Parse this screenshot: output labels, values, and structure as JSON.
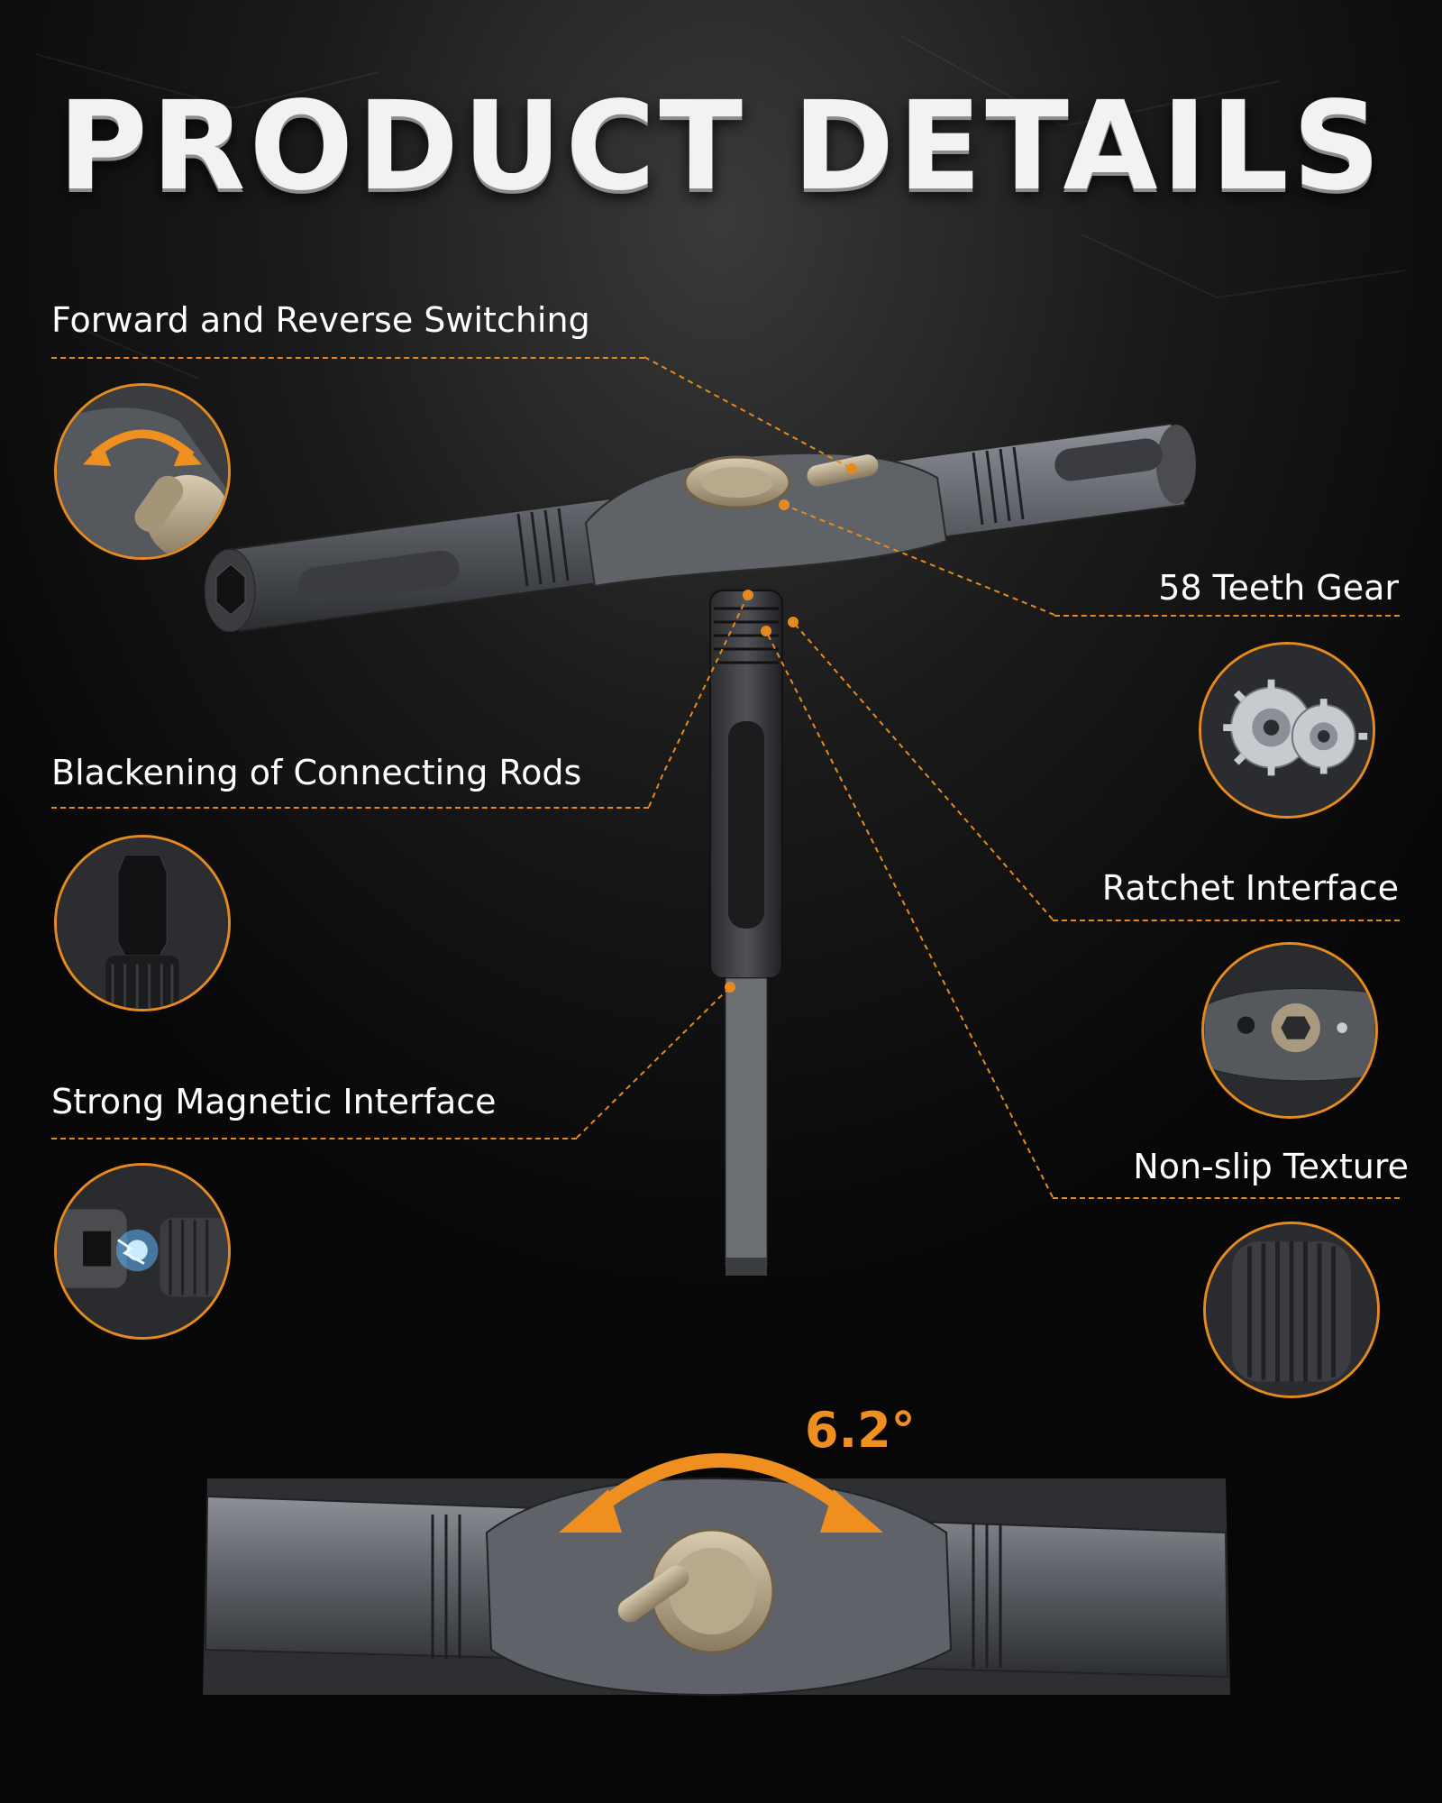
{
  "page": {
    "title": "PRODUCT DETAILS",
    "accent_color": "#e58a1f"
  },
  "features": [
    {
      "id": "forward-reverse",
      "label": "Forward and Reverse Switching",
      "side": "left",
      "icon": "switch-lever-icon"
    },
    {
      "id": "blackening",
      "label": "Blackening of Connecting Rods",
      "side": "left",
      "icon": "hex-rod-icon"
    },
    {
      "id": "magnetic",
      "label": "Strong Magnetic Interface",
      "side": "left",
      "icon": "magnet-spark-icon"
    },
    {
      "id": "gear",
      "label": "58 Teeth Gear",
      "side": "right",
      "icon": "gears-icon"
    },
    {
      "id": "ratchet",
      "label": "Ratchet Interface",
      "side": "right",
      "icon": "ratchet-socket-icon"
    },
    {
      "id": "texture",
      "label": "Non-slip Texture",
      "side": "right",
      "icon": "knurled-grip-icon"
    }
  ],
  "swing": {
    "angle_label": "6.2°",
    "icon": "double-arrow-arc-icon"
  }
}
